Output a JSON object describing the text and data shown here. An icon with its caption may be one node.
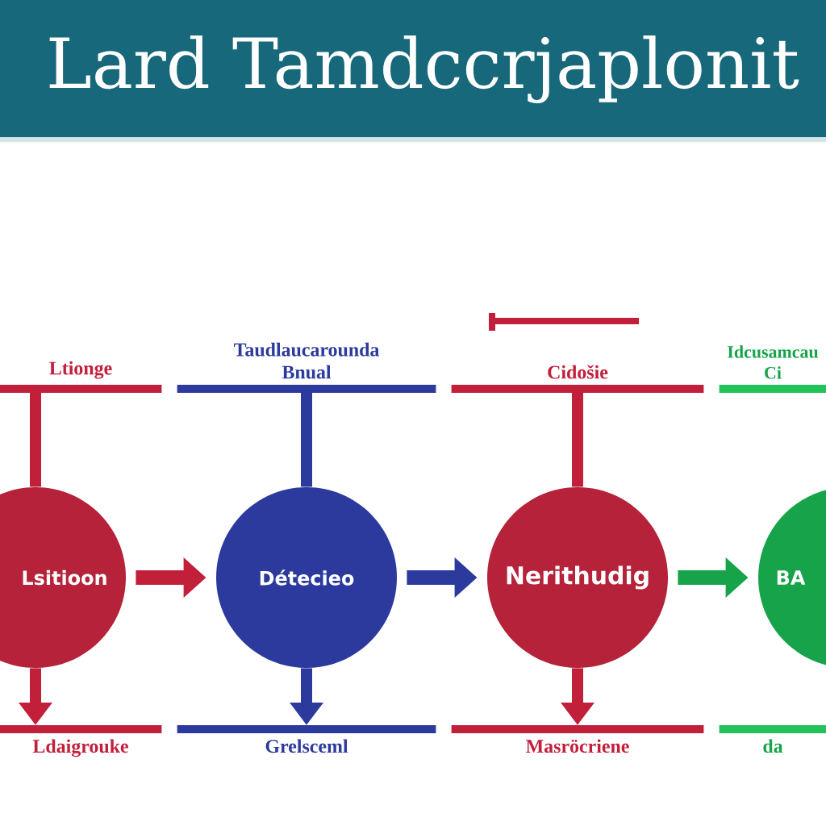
{
  "diagram": {
    "title": "Lard Tamdccrjaplonit",
    "nodes": [
      {
        "text": [
          "Ltionge"
        ]
      },
      {
        "text": [
          "Lsitioon"
        ]
      },
      {
        "text": [
          "Ldaigrouke"
        ]
      },
      {
        "text": [
          "Taudlaucarounda Bnual"
        ]
      },
      {
        "text": [
          "Détecieo"
        ]
      },
      {
        "text": [
          "Grelsceml"
        ]
      },
      {
        "text": [
          "Cidošie"
        ]
      },
      {
        "text": [
          "Nerithudig"
        ]
      },
      {
        "text": [
          "Masröcriene"
        ]
      },
      {
        "text": [
          "Idcusamcau Ci"
        ]
      },
      {
        "text": [
          "BA"
        ]
      },
      {
        "text": [
          "da"
        ]
      }
    ],
    "edges": [
      {
        "from": 0,
        "to": 1,
        "arrow": "none"
      },
      {
        "from": 1,
        "to": 2,
        "arrow": "to"
      },
      {
        "from": 1,
        "to": 4,
        "arrow": "to"
      },
      {
        "from": 3,
        "to": 4,
        "arrow": "none",
        "color": "#2b3a9c"
      },
      {
        "from": 4,
        "to": 5,
        "arrow": "to",
        "color": "#2b3a9c"
      },
      {
        "from": 4,
        "to": 7,
        "arrow": "to",
        "color": "#2b3a9c"
      },
      {
        "from": 6,
        "to": 7,
        "arrow": "none"
      },
      {
        "from": 7,
        "to": 8,
        "arrow": "to"
      },
      {
        "from": 7,
        "to": 10,
        "arrow": "to",
        "color": "#17a34a"
      }
    ]
  }
}
